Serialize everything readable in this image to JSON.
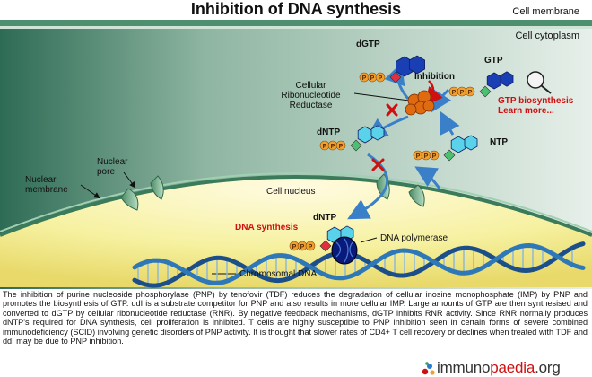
{
  "title": "Inhibition of DNA synthesis",
  "labels": {
    "cell_membrane": "Cell membrane",
    "cell_cytoplasm": "Cell cytoplasm",
    "dgtp": "dGTP",
    "gtp": "GTP",
    "inhibition": "Inhibition",
    "rnr": "Cellular Ribonucleotide Reductase",
    "gtp_biosynthesis": "GTP biosynthesis Learn more...",
    "dntp_top": "dNTP",
    "ntp": "NTP",
    "nuclear_pore": "Nuclear pore",
    "nuclear_membrane": "Nuclear membrane",
    "cell_nucleus": "Cell nucleus",
    "dntp_bottom": "dNTP",
    "dna_synthesis": "DNA synthesis",
    "dna_polymerase": "DNA polymerase",
    "chromosomal_dna": "Chromosomal DNA",
    "phosphate": "P"
  },
  "caption": "The inhibition of purine nucleoside phosphorylase (PNP) by tenofovir (TDF) reduces the degradation of cellular inosine monophosphate (IMP) by PNP and promotes the biosynthesis of GTP. ddI is a substrate competitor for PNP and also results in more cellular IMP. Large amounts of GTP are then synthesised and converted to dGTP by cellular ribonucleotide reductase (RNR). By negative feedback mechanisms, dGTP inhibits RNR activity. Since RNR normally produces dNTP's required for DNA synthesis, cell proliferation is inhibited. T cells are highly susceptible to PNP inhibition seen in certain forms of severe combined immunodeficiency (SCID) involving genetic disorders of PNP activity. It is thought that slower rates of CD4+ T cell recovery or declines when treated with TDF and ddI may be due to PNP inhibition.",
  "logo": {
    "pre": "immuno",
    "mid": "paedia",
    "post": ".org"
  },
  "colors": {
    "inhibit_red": "#d01010",
    "hexagon_blue": "#1a3fb5",
    "hexagon_cyan": "#5ad2ea",
    "phosphate_orange": "#f0a030",
    "rnr_orange": "#e06a10",
    "pore_green": "#6aa080",
    "nucleus_yellow": "#f6f1a0",
    "arrow_blue": "#4a90d0"
  }
}
